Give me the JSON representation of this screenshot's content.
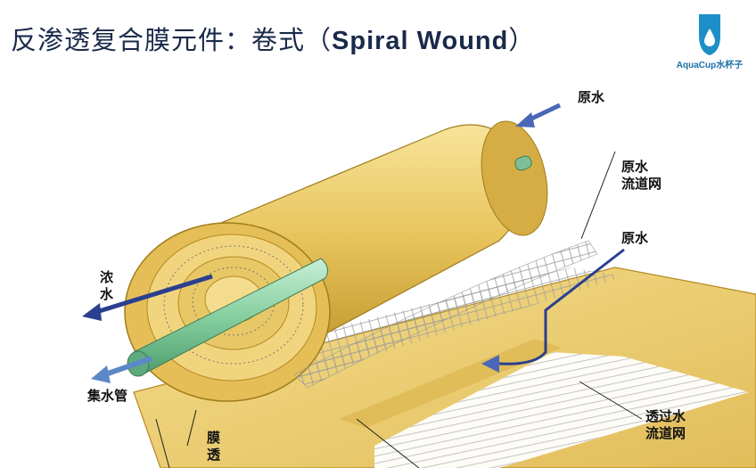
{
  "header": {
    "title_cn": "反渗透复合膜元件：卷式（",
    "title_en": "Spiral Wound",
    "title_close": "）"
  },
  "logo": {
    "text": "AquaCup水杯子",
    "icon": "water-drop-shield-icon",
    "color": "#1d8fc8"
  },
  "labels": {
    "raw_water_top": "原水",
    "raw_water_channel": "原水\n流道网",
    "raw_water_mid": "原水",
    "concentrate": "浓\n水",
    "collection_pipe": "集水管",
    "membrane": "膜\n透",
    "permeate_channel": "透过水\n流道网"
  },
  "colors": {
    "membrane": "#e9c766",
    "membrane_dark": "#c79a2a",
    "pipe": "#7fc89a",
    "arrow": "#2b3f8f",
    "arrow_light": "#5c88c8"
  }
}
